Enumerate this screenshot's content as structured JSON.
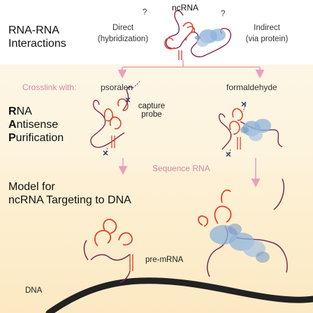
{
  "top": {
    "title_line1": "RNA-RNA",
    "title_line2": "Interactions",
    "ncrna_label": "ncRNA",
    "direct_line1": "Direct",
    "direct_line2": "(hybridization)",
    "indirect_line1": "Indirect",
    "indirect_line2": "(via protein)",
    "question_mark": "?"
  },
  "middle": {
    "crosslink_label": "Crosslink with:",
    "psoralen": "psoralen",
    "formaldehyde": "formaldehyde",
    "capture_line1": "capture",
    "capture_line2": "probe",
    "rap_title": [
      {
        "initial": "R",
        "rest": "NA"
      },
      {
        "initial": "A",
        "rest": "ntisense"
      },
      {
        "initial": "P",
        "rest": "urification"
      }
    ],
    "sequence_label": "Sequence RNA"
  },
  "bottom": {
    "title_line1": "Model for",
    "title_line2": "ncRNA Targeting to DNA",
    "premrna_label": "pre-mRNA",
    "dna_label": "DNA"
  },
  "colors": {
    "rna_red": "#e0452d",
    "rna_purple": "#7a2a55",
    "protein_blue": "#8fb3d9",
    "arrow_pink": "#eaa0bd",
    "probe_blue": "#2a3a6a"
  }
}
